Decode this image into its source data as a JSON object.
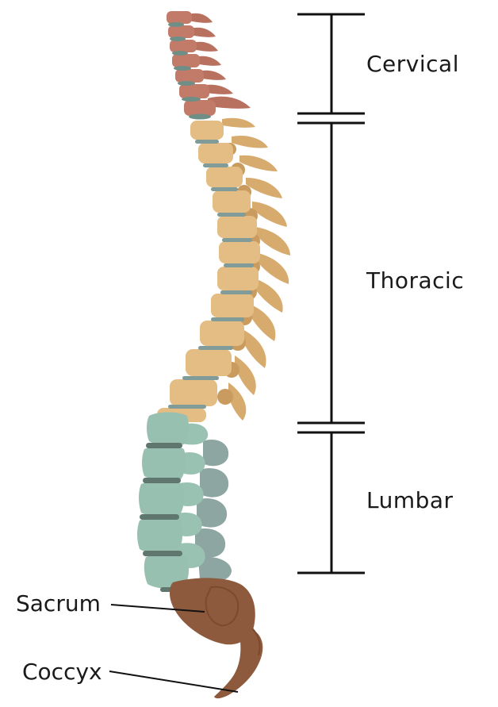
{
  "regions": [
    {
      "label": "Cervical",
      "color": "#c07a68",
      "disc_color": "#6f8e86"
    },
    {
      "label": "Thoracic",
      "color": "#e2b97f",
      "process_color": "#d6a96c",
      "disc_color": "#7f9a98"
    },
    {
      "label": "Lumbar",
      "color": "#96bfb0",
      "process_color": "#8fa7a2",
      "disc_color": "#5f7770"
    }
  ],
  "callouts": [
    {
      "label": "Sacrum",
      "color": "#8e5a3d"
    },
    {
      "label": "Coccyx",
      "color": "#8e5a3d"
    }
  ],
  "bracket_color": "#111111",
  "text_color": "#1a1a1a"
}
